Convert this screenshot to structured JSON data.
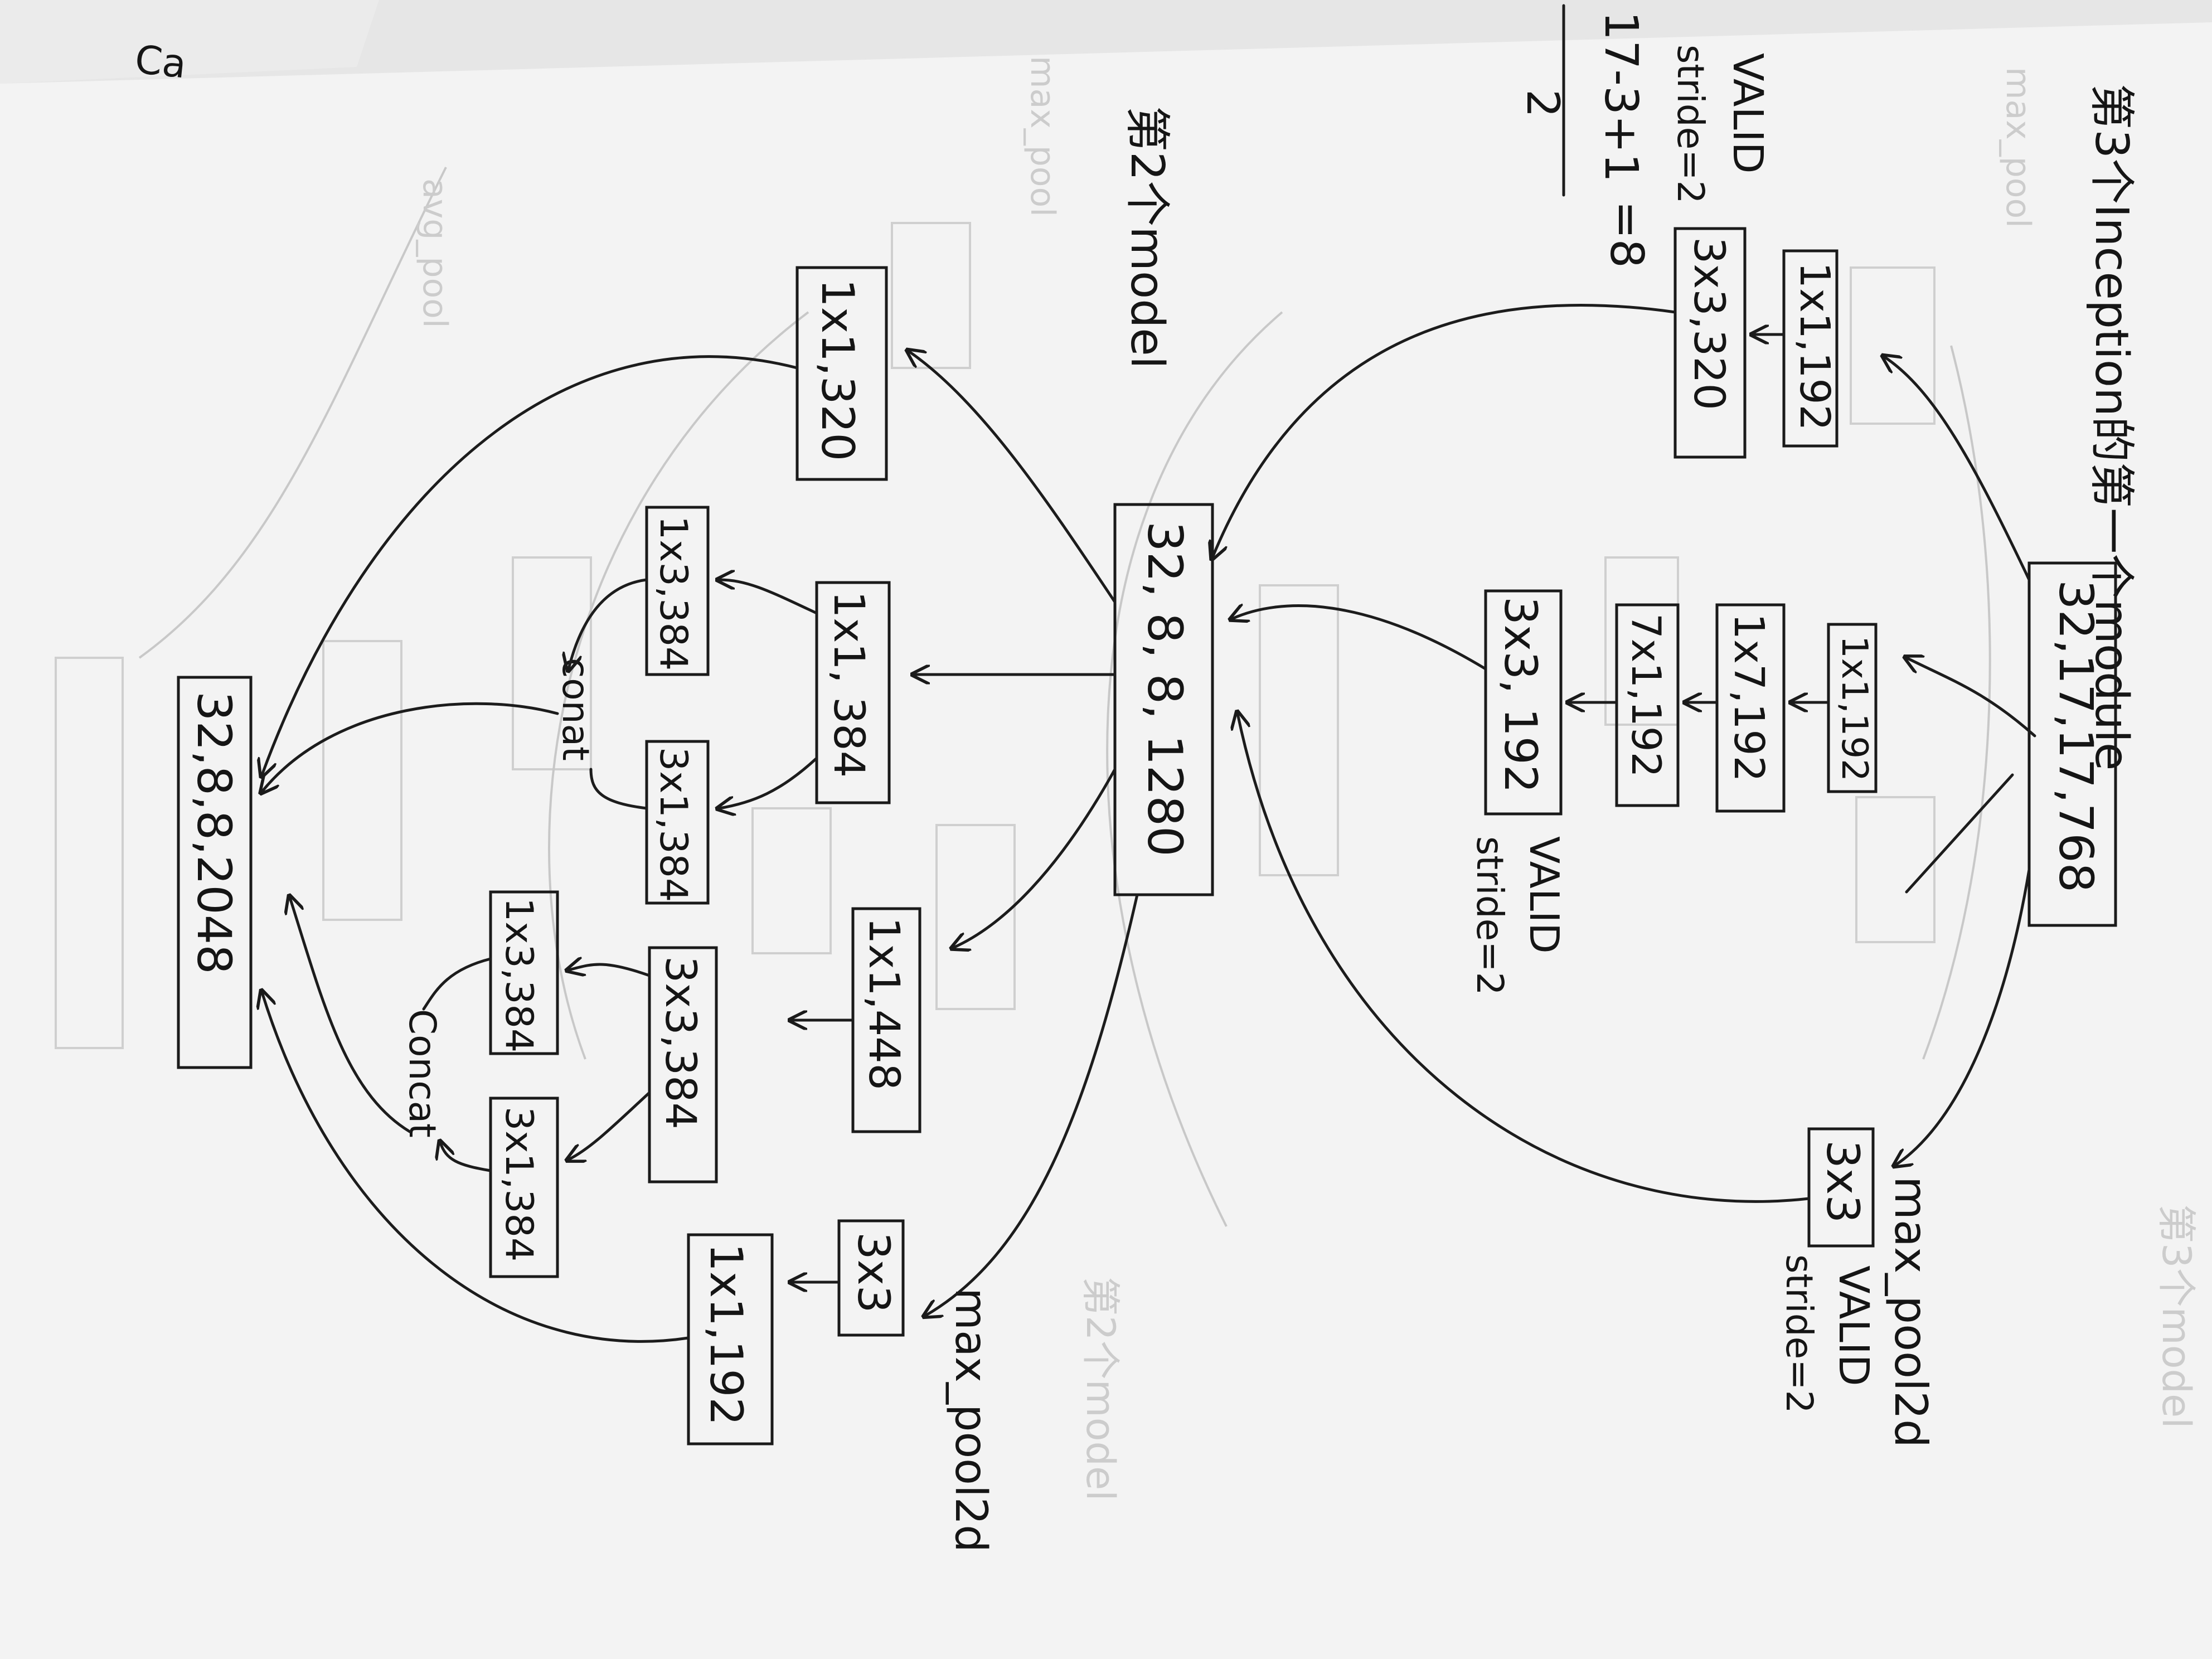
{
  "module3": {
    "title": "第3个Inception的第一个module",
    "input": "32,17,17,768",
    "branch1": {
      "conv1": "1x1,192",
      "conv2": "3x3,320",
      "pad": "VALID",
      "stride": "stride=2"
    },
    "formula": {
      "num": "17-3+1",
      "den": "2",
      "result": "=8"
    },
    "branch2": {
      "conv1": "1x1,192",
      "conv2": "1x7,192",
      "conv3": "7x1,192",
      "conv4": "3x3, 192",
      "pad": "VALID",
      "stride": "stride=2"
    },
    "branch3": {
      "conv": "3x3",
      "op": "max_pool2d",
      "pad": "VALID",
      "stride": "stride=2"
    },
    "output": "32, 8, 8, 1280"
  },
  "module2": {
    "title": "第2个model",
    "b1": "1x1,320",
    "b2": {
      "conv": "1x1, 384",
      "a": "1x3,384",
      "b": "3x1,384",
      "concat": "conat"
    },
    "b3": {
      "conv1": "1x1,448",
      "conv2": "3x3,384",
      "a": "1x3,384",
      "b": "3x1,384",
      "concat": "Concat"
    },
    "b4": {
      "pool": "3x3",
      "op": "max_pool2d",
      "conv": "1x1,192"
    },
    "output": "32,8,8,2048"
  },
  "corner_note": "Ca"
}
